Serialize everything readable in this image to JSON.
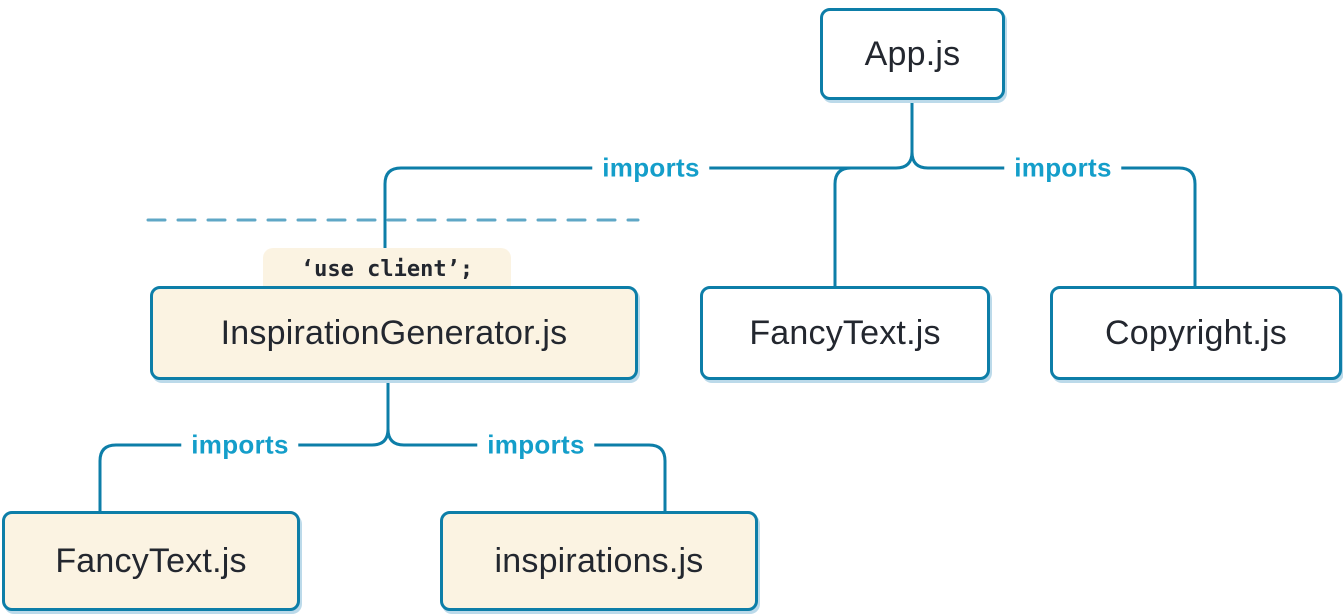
{
  "colors": {
    "line_blue": "#0d7ea8",
    "imports_blue": "#149eca",
    "text_dark": "#23272f",
    "client_bg": "#fbf3e2",
    "server_bg": "#ffffff",
    "shadow_blue": "#bcdaea",
    "dash_blue": "#5fa7c6"
  },
  "nodes": {
    "app": {
      "label": "App.js",
      "kind": "server"
    },
    "inspiration_generator": {
      "label": "InspirationGenerator.js",
      "kind": "client",
      "directive": "‘use client’;"
    },
    "fancy_text_top": {
      "label": "FancyText.js",
      "kind": "server"
    },
    "copyright": {
      "label": "Copyright.js",
      "kind": "server"
    },
    "fancy_text_bottom": {
      "label": "FancyText.js",
      "kind": "client"
    },
    "inspirations": {
      "label": "inspirations.js",
      "kind": "client"
    }
  },
  "edges": {
    "app_to_inspiration_generator": {
      "label": "imports"
    },
    "app_to_copyright": {
      "label": "imports"
    },
    "app_to_fancy_text": {
      "label": ""
    },
    "inspiration_generator_to_fancy_text": {
      "label": "imports"
    },
    "inspiration_generator_to_inspirations": {
      "label": "imports"
    }
  },
  "boundary": {
    "name": "client-server-boundary"
  }
}
